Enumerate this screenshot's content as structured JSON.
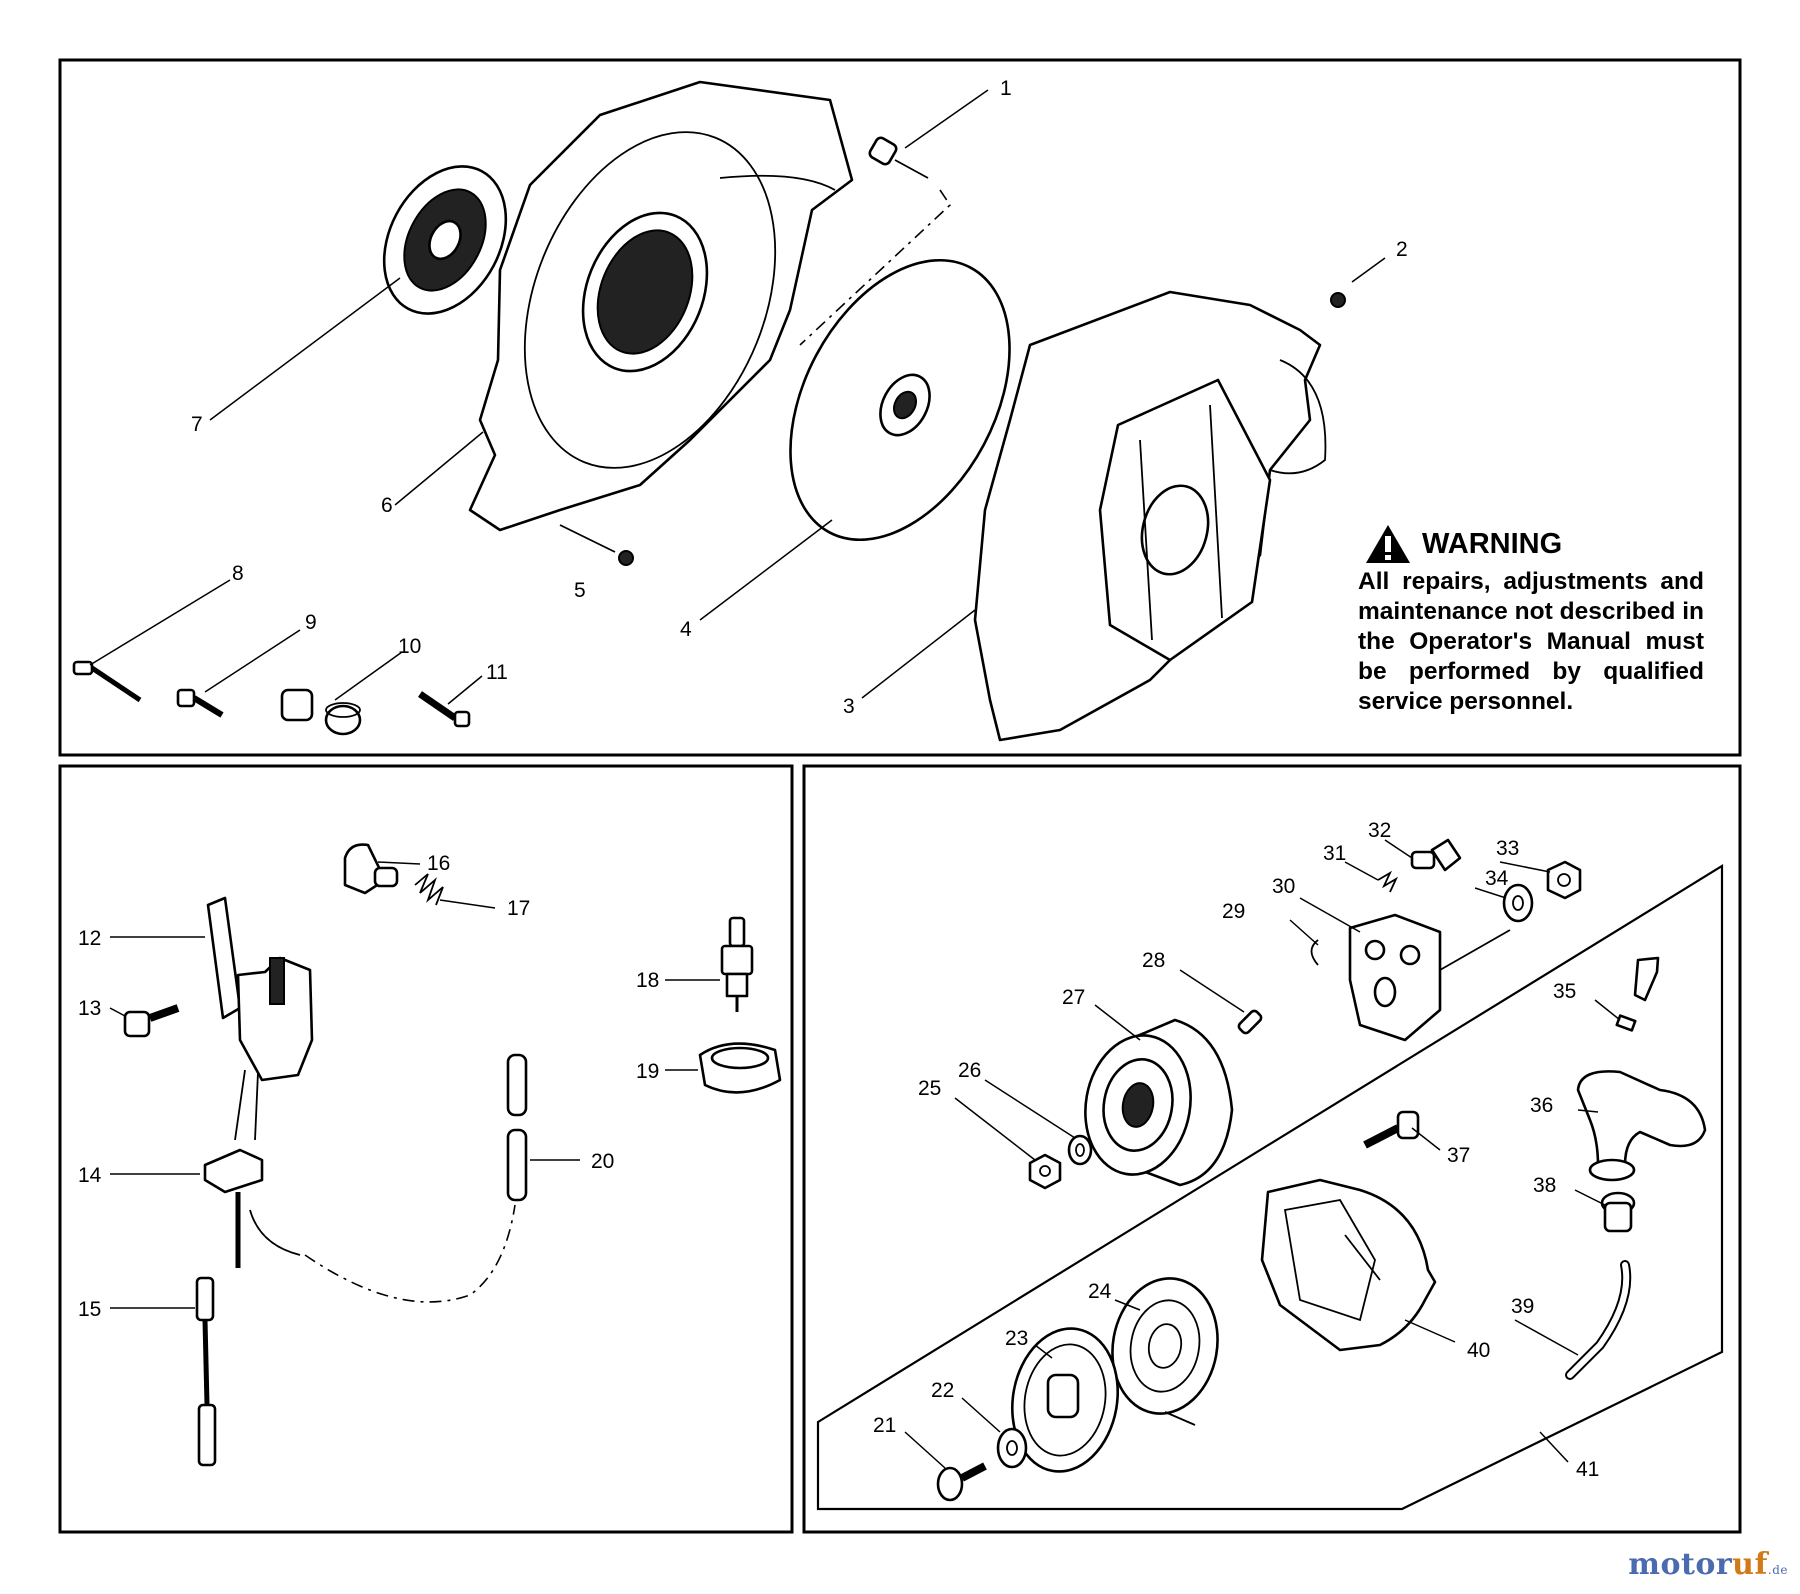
{
  "warning": {
    "title": "WARNING",
    "body": "All repairs, adjustments and maintenance not described in the Operator's Manual must be performed by qualified service personnel."
  },
  "watermark": {
    "part1": "motor",
    "part2": "uf",
    "suffix": ".de"
  },
  "callouts": [
    "1",
    "2",
    "3",
    "4",
    "5",
    "6",
    "7",
    "8",
    "9",
    "10",
    "11",
    "12",
    "13",
    "14",
    "15",
    "16",
    "17",
    "18",
    "19",
    "20",
    "21",
    "22",
    "23",
    "24",
    "25",
    "26",
    "27",
    "28",
    "29",
    "30",
    "31",
    "32",
    "33",
    "34",
    "35",
    "36",
    "37",
    "38",
    "39",
    "40",
    "41"
  ],
  "colors": {
    "line": "#000000",
    "background": "#ffffff",
    "brand_blue": "#4b6bb0",
    "brand_orange": "#d27a1a"
  }
}
